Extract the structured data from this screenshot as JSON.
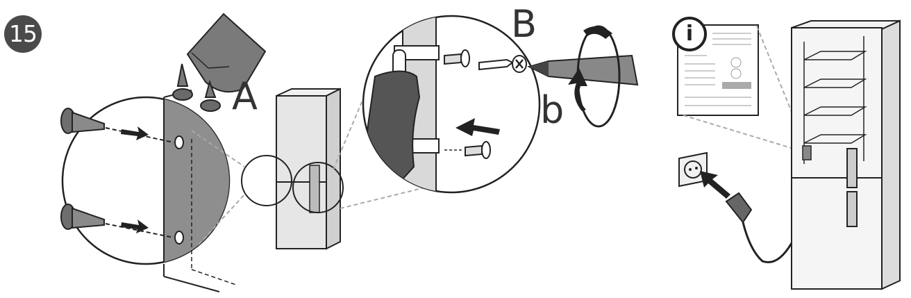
{
  "step": {
    "number": "15"
  },
  "labels": {
    "a": "A",
    "b_upper": "B",
    "b_lower": "b"
  },
  "info": {
    "glyph": "i",
    "icon": "info-icon"
  },
  "colors": {
    "line": "#222222",
    "fill_grey": "#8a8a8a",
    "fill_dark": "#555555",
    "panel": "#e6e6e6",
    "badge": "#4a4a4a"
  }
}
